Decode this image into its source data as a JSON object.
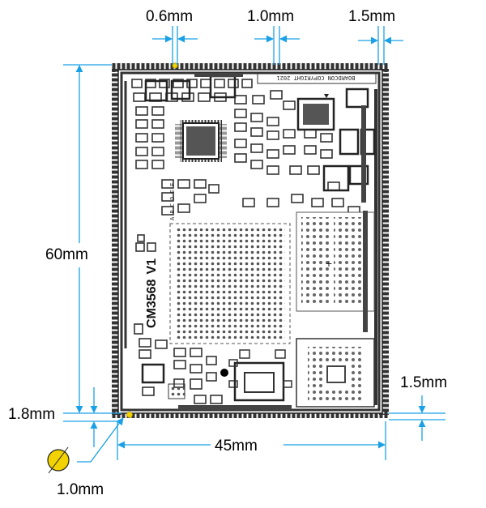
{
  "diagram": {
    "dimensions": {
      "pitch_top": "0.6mm",
      "gap_top": "1.0mm",
      "edge_top_right": "1.5mm",
      "height": "60mm",
      "width": "45mm",
      "edge_bottom_left": "1.8mm",
      "edge_bottom_right": "1.5mm",
      "pad_diameter": "1.0mm"
    },
    "board": {
      "model": "CM3568",
      "version": "V1",
      "copyright": "BOARDCON COPYRIGHT 2021"
    },
    "colors": {
      "dimension_line": "#1aa0e6",
      "board_ink": "#222222",
      "highlight_pad": "#f2d200"
    }
  }
}
